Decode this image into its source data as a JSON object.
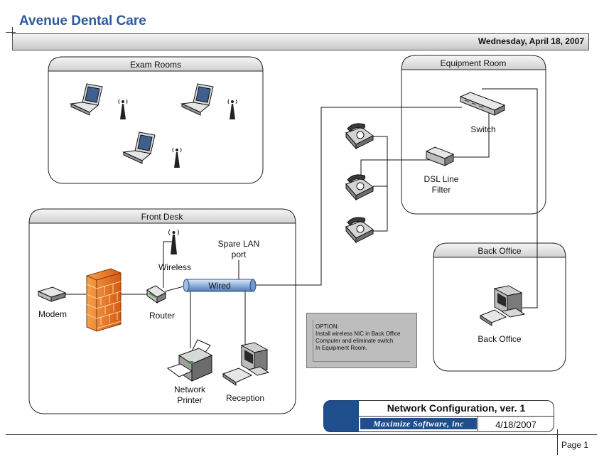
{
  "header": {
    "title": "Avenue Dental Care",
    "date": "Wednesday, April 18, 2007"
  },
  "rooms": {
    "exam": "Exam Rooms",
    "equipment": "Equipment Room",
    "front_desk": "Front Desk",
    "back_office": "Back Office"
  },
  "devices": {
    "switch": "Switch",
    "dsl_line1": "DSL Line",
    "dsl_line2": "Filter",
    "spare_lan1": "Spare LAN",
    "spare_lan2": "port",
    "wireless": "Wireless",
    "wired": "Wired",
    "modem": "Modem",
    "router": "Router",
    "printer1": "Network",
    "printer2": "Printer",
    "reception": "Reception",
    "back_office_pc": "Back Office"
  },
  "option_note": {
    "lines": [
      "OPTION:",
      "Install wireless NIC in Back Office",
      "Computer and eliminate switch",
      "In Equipment Room."
    ]
  },
  "title_block": {
    "title": "Network Configuration, ver. 1",
    "company": "Maximize Software, inc",
    "date": "4/18/2007"
  },
  "footer": {
    "page": "Page 1"
  }
}
